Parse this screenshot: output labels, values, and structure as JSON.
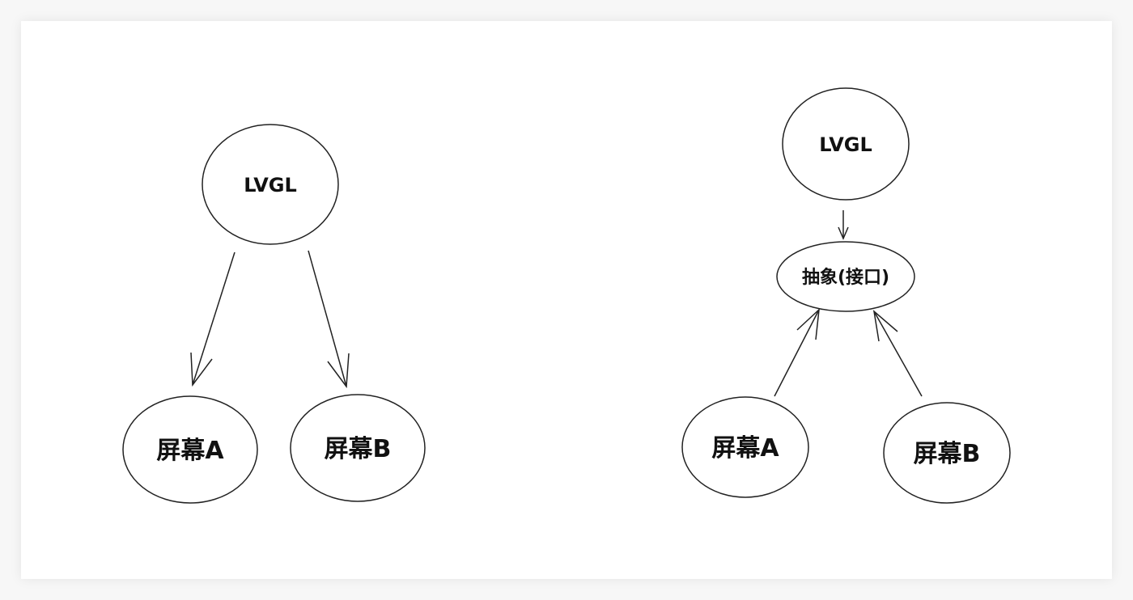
{
  "left_diagram": {
    "top_node": "LVGL",
    "screen_a": "屏幕A",
    "screen_b": "屏幕B"
  },
  "right_diagram": {
    "top_node": "LVGL",
    "interface_node": "抽象(接口)",
    "screen_a": "屏幕A",
    "screen_b": "屏幕B"
  }
}
